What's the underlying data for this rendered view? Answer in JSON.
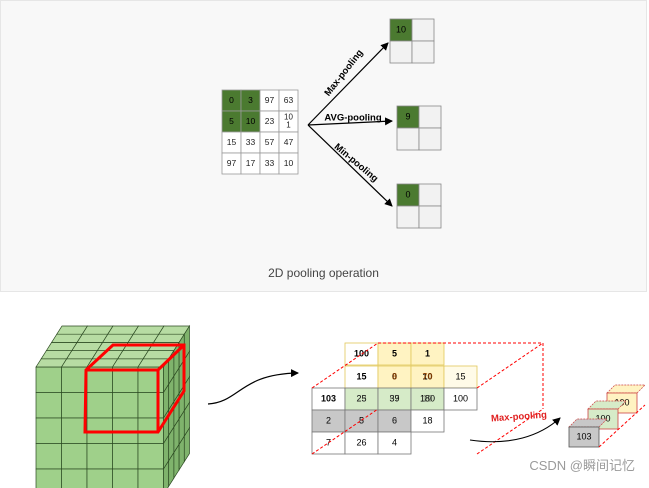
{
  "top_diagram": {
    "caption": "2D pooling operation",
    "input_grid": [
      [
        "0",
        "3",
        "97",
        "63"
      ],
      [
        "5",
        "10",
        "23",
        "10\n1"
      ],
      [
        "15",
        "33",
        "57",
        "47"
      ],
      [
        "97",
        "17",
        "33",
        "10"
      ]
    ],
    "operations": [
      {
        "label": "Max-pooling",
        "result": "10"
      },
      {
        "label": "AVG-pooling",
        "result": "9"
      },
      {
        "label": "Min-pooling",
        "result": "0"
      }
    ],
    "colors": {
      "highlight": "#4b7a30",
      "grid_line": "#999999",
      "arrow": "#000000"
    }
  },
  "bottom_diagram": {
    "front_grid": [
      [
        "103",
        "25",
        "39",
        "180",
        "100"
      ],
      [
        "2",
        "5",
        "6",
        "18",
        ""
      ],
      [
        "7",
        "26",
        "4",
        "",
        ""
      ]
    ],
    "mid_grid": [
      [
        "15",
        "0",
        "10",
        "15"
      ]
    ],
    "mid_overlay": [
      {
        "text": "8",
        "col": 1
      },
      {
        "text": "70",
        "col": 2
      }
    ],
    "back_grid": [
      [
        "100",
        "5",
        "1"
      ]
    ],
    "overlap_front": [
      {
        "text": "23",
        "col": 1
      },
      {
        "text": "57",
        "col": 2
      },
      {
        "text": "10",
        "col": 3
      }
    ],
    "overlap_lower": [
      {
        "text": "3",
        "col": 1
      },
      {
        "text": "0",
        "col": 2
      }
    ],
    "operation_label": "Max-pooling",
    "output_values": [
      "103",
      "100",
      "100"
    ],
    "colors": {
      "cube_face": "#9fd08a",
      "cube_side": "#7fb36c",
      "cube_top": "#b7dca3",
      "selection": "#ff0000",
      "yellow": "#fff3c2",
      "green": "#d6ebc8",
      "gray": "#c8c8c8",
      "label_red": "#e02020"
    }
  },
  "watermark": "CSDN @瞬间记忆"
}
